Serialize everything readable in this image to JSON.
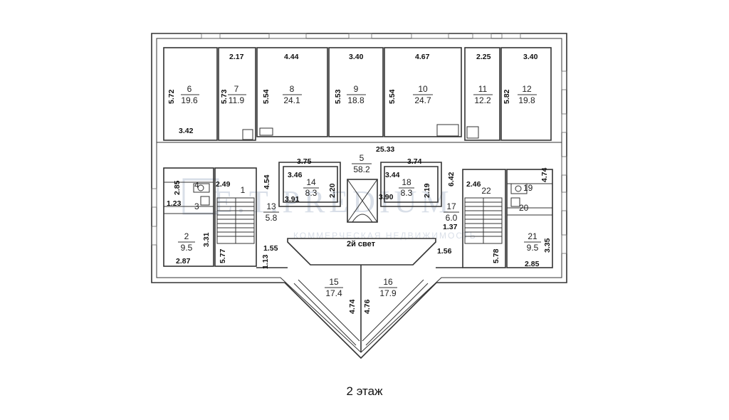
{
  "watermark": {
    "brand": "E.T.PREDIUM",
    "tagline": "КОММЕРЧЕСКАЯ НЕДВИЖИМОСТЬ"
  },
  "caption": "2 этаж",
  "atrium_label": "2й свет",
  "rooms": [
    {
      "n": "1",
      "area": ""
    },
    {
      "n": "2",
      "area": "9.5"
    },
    {
      "n": "3",
      "area": ""
    },
    {
      "n": "4",
      "area": ""
    },
    {
      "n": "5",
      "area": "58.2"
    },
    {
      "n": "6",
      "area": "19.6"
    },
    {
      "n": "7",
      "area": "11.9"
    },
    {
      "n": "8",
      "area": "24.1"
    },
    {
      "n": "9",
      "area": "18.8"
    },
    {
      "n": "10",
      "area": "24.7"
    },
    {
      "n": "11",
      "area": "12.2"
    },
    {
      "n": "12",
      "area": "19.8"
    },
    {
      "n": "13",
      "area": "5.8"
    },
    {
      "n": "14",
      "area": "8.3"
    },
    {
      "n": "15",
      "area": "17.4"
    },
    {
      "n": "16",
      "area": "17.9"
    },
    {
      "n": "17",
      "area": "6.0"
    },
    {
      "n": "18",
      "area": "8.3"
    },
    {
      "n": "19",
      "area": ""
    },
    {
      "n": "20",
      "area": ""
    },
    {
      "n": "21",
      "area": "9.5"
    },
    {
      "n": "22",
      "area": ""
    }
  ],
  "dimensions": [
    "2.17",
    "4.44",
    "3.40",
    "4.67",
    "2.25",
    "3.40",
    "5.72",
    "5.73",
    "5.54",
    "5.53",
    "5.54",
    "5.82",
    "3.42",
    "25.33",
    "3.75",
    "3.74",
    "6.42",
    "4.74",
    "3.46",
    "3.44",
    "2.20",
    "2.19",
    "3.91",
    "3.90",
    "4.54",
    "2.85",
    "2.49",
    "1.23",
    "3.31",
    "5.77",
    "2.87",
    "1.55",
    "1.13",
    "1.37",
    "1.56",
    "2.46",
    "5.78",
    "3.35",
    "2.85",
    "4.74",
    "4.76"
  ]
}
